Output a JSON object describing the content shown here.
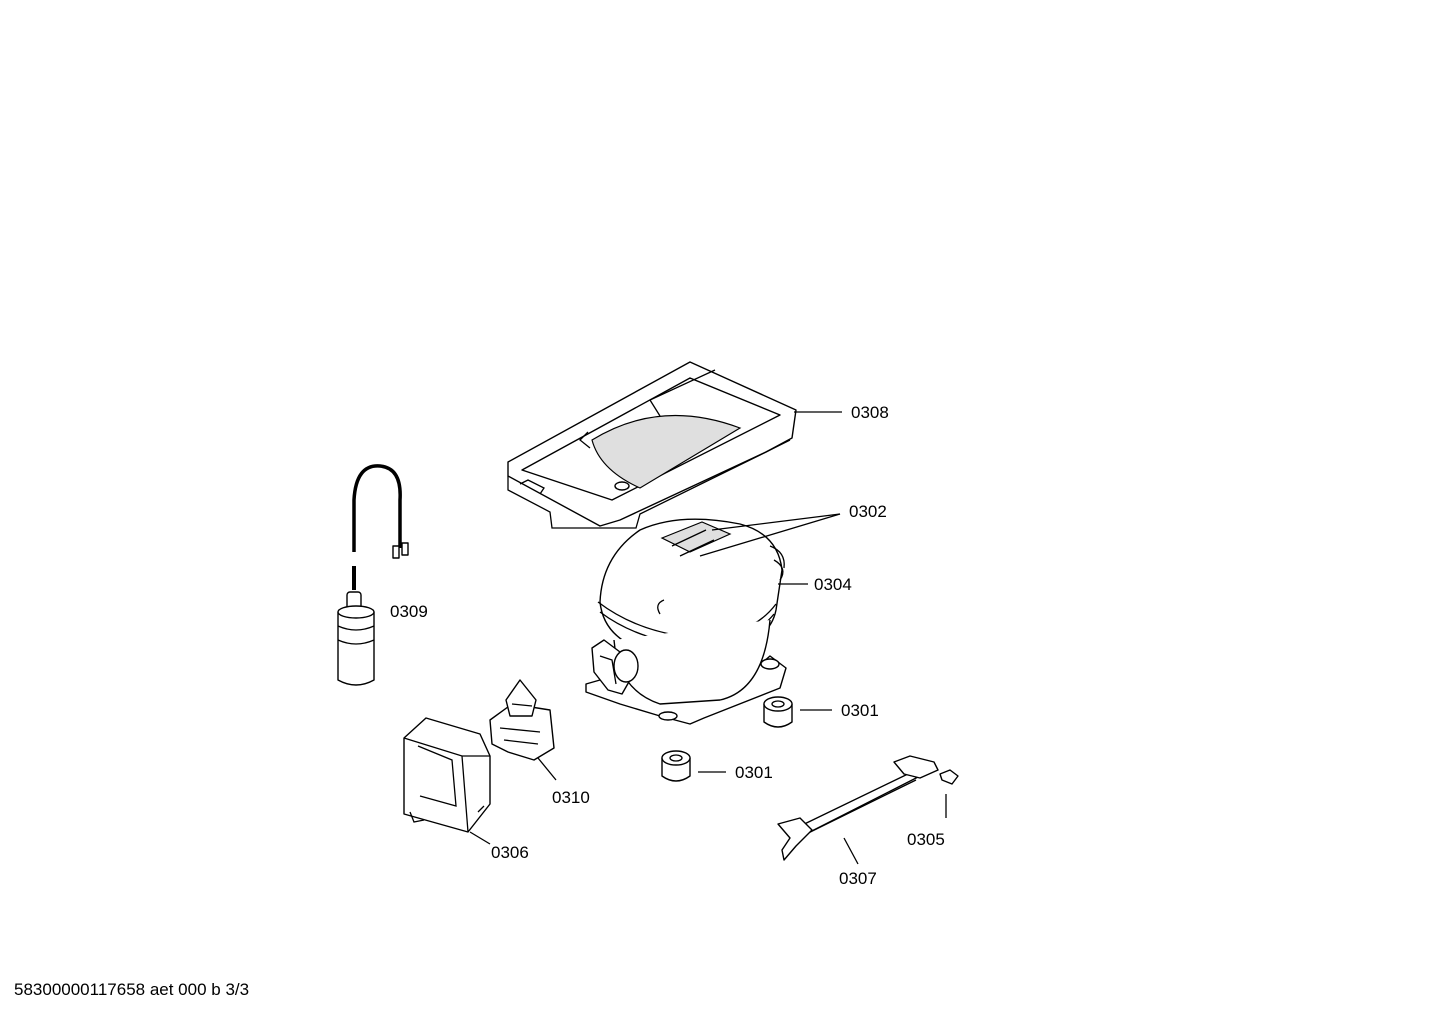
{
  "parts": {
    "p0308": "0308",
    "p0302": "0302",
    "p0304": "0304",
    "p0309": "0309",
    "p0301_a": "0301",
    "p0301_b": "0301",
    "p0310": "0310",
    "p0306": "0306",
    "p0305": "0305",
    "p0307": "0307"
  },
  "footer": "58300000117658 aet 000 b 3/3"
}
